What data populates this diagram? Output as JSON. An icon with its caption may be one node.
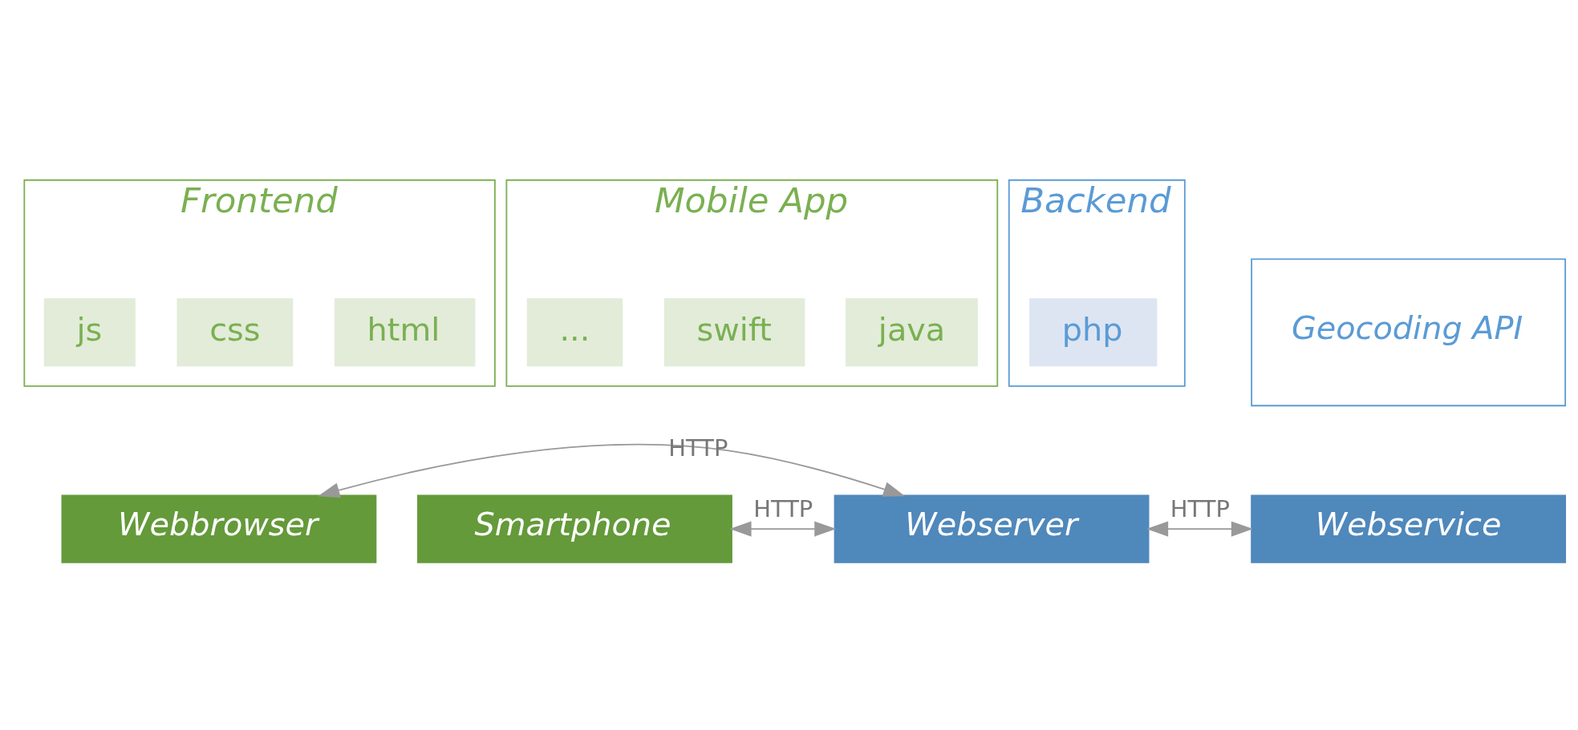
{
  "diagram": {
    "nodes": [
      {
        "text": [
          "Frontend"
        ]
      },
      {
        "text": [
          "html"
        ],
        "in": 0
      },
      {
        "text": [
          "css"
        ],
        "in": 0
      },
      {
        "text": [
          "js"
        ],
        "in": 0
      },
      {
        "text": [
          "Webbrowser"
        ]
      },
      {
        "text": [
          "Mobile App"
        ]
      },
      {
        "text": [
          "java"
        ],
        "in": 5
      },
      {
        "text": [
          "swift"
        ],
        "in": 5
      },
      {
        "text": [
          "..."
        ],
        "in": 5
      },
      {
        "text": [
          "Smartphone"
        ]
      },
      {
        "text": [
          "Backend"
        ]
      },
      {
        "text": [
          "php"
        ],
        "in": 10
      },
      {
        "text": [
          "Webserver"
        ]
      },
      {
        "text": [
          "Geocoding API"
        ]
      },
      {
        "text": [
          "Webservice"
        ]
      }
    ],
    "edges": [
      {
        "from": 4,
        "to": 12,
        "arrow": "both",
        "label": "HTTP"
      },
      {
        "from": 9,
        "to": 12,
        "arrow": "both",
        "label": "HTTP"
      },
      {
        "from": 12,
        "to": 14,
        "arrow": "both",
        "label": "HTTP"
      }
    ]
  }
}
